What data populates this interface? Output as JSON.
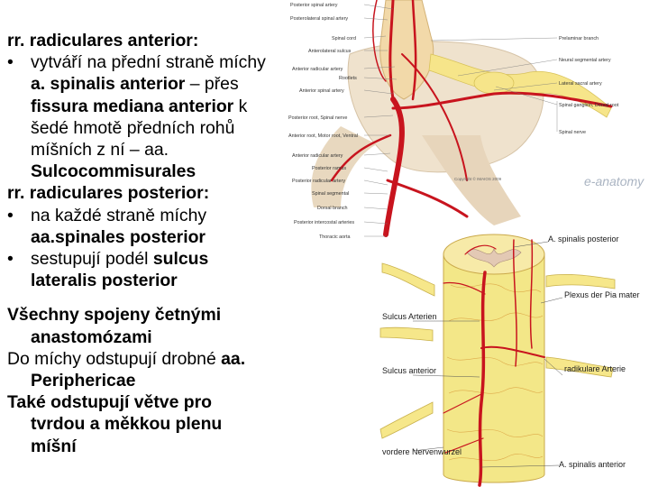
{
  "text": {
    "l1": "rr. radiculares anterior:",
    "b1": "•",
    "l2": "vytváří na přední straně míchy",
    "l3a": "a. spinalis anterior",
    "l3b": " – přes",
    "l4": "fissura mediana anterior",
    "l4b": " k",
    "l5": "šedé hmotě předních rohů",
    "l6": "míšních z ní – aa.",
    "l7": "Sulcocommisurales",
    "l8": "rr. radiculares posterior:",
    "b2": "•",
    "l9": "na každé straně míchy",
    "l10": "aa.spinales posterior",
    "b3": "•",
    "l11a": "sestupují podél ",
    "l11b": "sulcus",
    "l12": "lateralis posterior",
    "l13": "Všechny spojeny četnými",
    "l14": "anastomózami",
    "l15a": "Do míchy odstupují drobné ",
    "l15b": "aa.",
    "l16": "Periphericae",
    "l17": "Také odstupují větve pro",
    "l18": "tvrdou a měkkou plenu",
    "l19": "míšní"
  },
  "figure1": {
    "left_labels": [
      "Posterior spinal artery",
      "Posterolateral spinal artery",
      "Spinal cord",
      "Anterolateral sulcus",
      "Anterior radicular artery",
      "Rootlets",
      "Anterior spinal artery",
      "Posterior root, Spinal nerve",
      "Anterior root, Motor root, Ventral",
      "Anterior radicular artery",
      "Posterior ramus",
      "Posterior radicular artery",
      "Spinal segmental",
      "Dorsal branch",
      "Posterior intercostal arteries",
      "Thoracic aorta"
    ],
    "right_labels": [
      "Prelaminar branch",
      "Neural segmental artery",
      "Lateral sacral artery",
      "Spinal ganglion, Dorsal root",
      "Spinal nerve"
    ],
    "copyright": "Copyright © IMAIOS 2009",
    "watermark": "e-anatomy"
  },
  "figure2": {
    "labels": {
      "a_spinalis_posterior": "A. spinalis posterior",
      "plexus": "Plexus der Pia mater",
      "sulcus_arterien": "Sulcus Arterien",
      "sulcus_anterior": "Sulcus anterior",
      "radikulare": "radikulare Arterie",
      "vordere": "vordere Nervenwurzel",
      "a_spinalis_anterior": "A. spinalis anterior"
    }
  },
  "colors": {
    "artery": "#c8141e",
    "cord": "#f4e98e",
    "bone": "#eadcc8",
    "label": "#333333"
  }
}
